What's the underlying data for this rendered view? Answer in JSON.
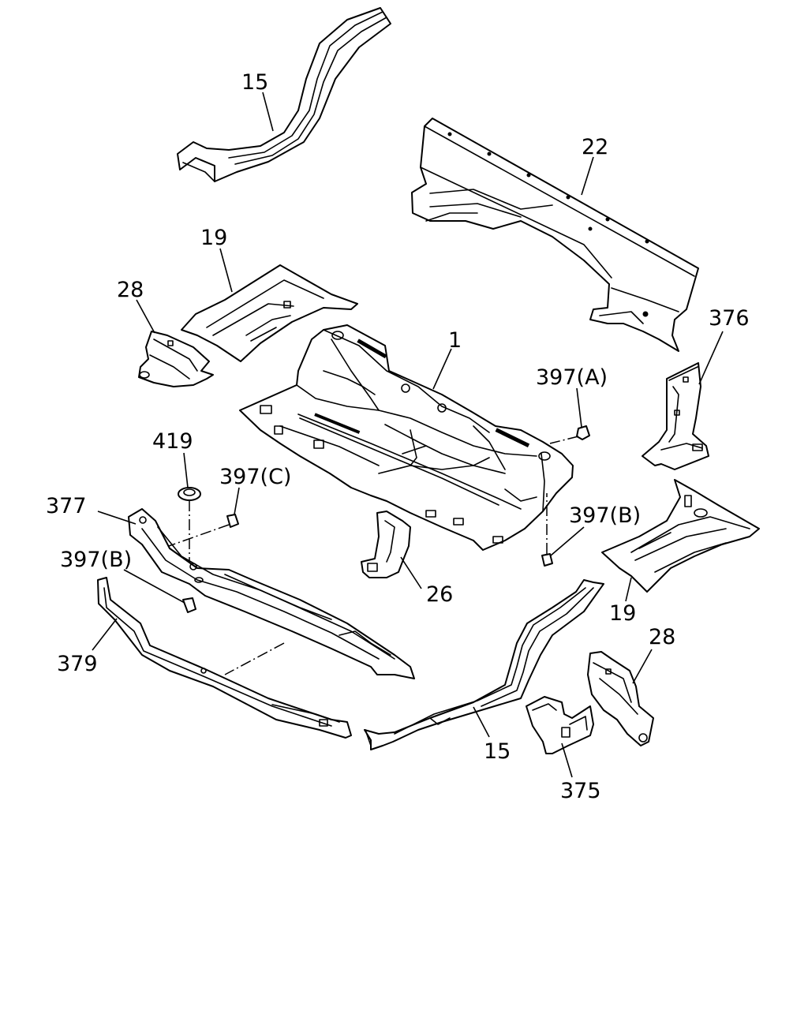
{
  "callouts": {
    "c15_top": "15",
    "c22": "22",
    "c19_left": "19",
    "c28_left": "28",
    "c1": "1",
    "c376": "376",
    "c397a": "397(A)",
    "c419": "419",
    "c397c": "397(C)",
    "c377": "377",
    "c397b_right": "397(B)",
    "c397b_left": "397(B)",
    "c26": "26",
    "c19_right": "19",
    "c28_right": "28",
    "c379": "379",
    "c15_bottom": "15",
    "c375": "375"
  }
}
